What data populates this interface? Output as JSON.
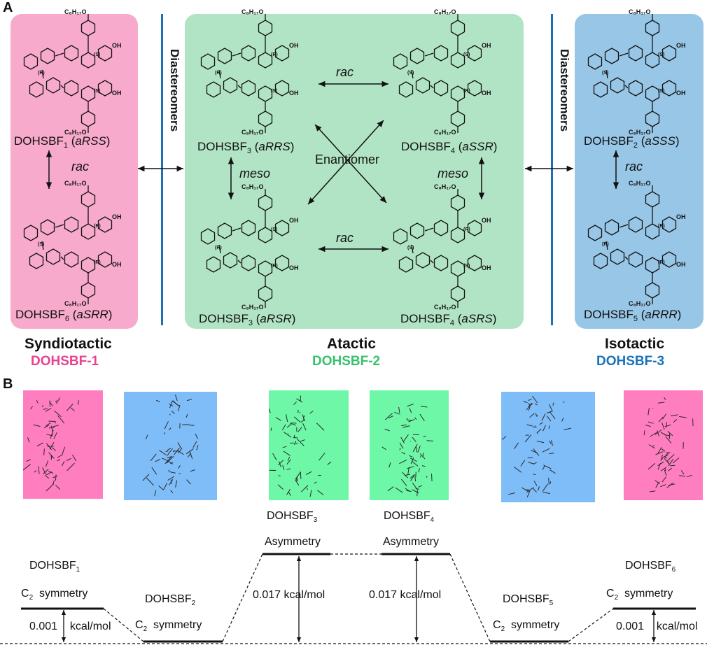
{
  "panels": {
    "a": "A",
    "b": "B"
  },
  "colors": {
    "syndio_box": "#f7aacc",
    "atactic_box": "#b1e4c4",
    "iso_box": "#97c6e6",
    "syndio_text": "#e8418f",
    "atactic_text": "#36c26a",
    "iso_text": "#1a73b8",
    "thumb_pink": "#ff7ec0",
    "thumb_blue": "#7fbdf9",
    "thumb_green": "#6ff7a8"
  },
  "sub_labels": {
    "c8h17o": "C₈H₁₇O",
    "oh": "OH",
    "r": "(R)",
    "s": "(S)"
  },
  "panel_a": {
    "diastereomers": "Diastereomers",
    "rac": "rac",
    "meso": "meso",
    "enantiomer": "Enantiomer",
    "captions": {
      "bf1": {
        "name": "DOHSBF",
        "sub": "1",
        "conf": "aRSS"
      },
      "bf6": {
        "name": "DOHSBF",
        "sub": "6",
        "conf": "aSRR"
      },
      "bf3a": {
        "name": "DOHSBF",
        "sub": "3",
        "conf": "aRRS"
      },
      "bf4a": {
        "name": "DOHSBF",
        "sub": "4",
        "conf": "aSSR"
      },
      "bf3b": {
        "name": "DOHSBF",
        "sub": "3",
        "conf": "aRSR"
      },
      "bf4b": {
        "name": "DOHSBF",
        "sub": "4",
        "conf": "aSRS"
      },
      "bf2": {
        "name": "DOHSBF",
        "sub": "2",
        "conf": "aSSS"
      },
      "bf5": {
        "name": "DOHSBF",
        "sub": "5",
        "conf": "aRRR"
      }
    },
    "groups": [
      {
        "title": "Syndiotactic",
        "code": "DOHSBF-1"
      },
      {
        "title": "Atactic",
        "code": "DOHSBF-2"
      },
      {
        "title": "Isotactic",
        "code": "DOHSBF-3"
      }
    ]
  },
  "panel_b": {
    "levels": [
      {
        "name": "DOHSBF",
        "sub": "1",
        "sym": "C",
        "sym_sub": "2",
        "sym_word": "symmetry",
        "energy": "0.001",
        "energy_unit": "kcal/mol"
      },
      {
        "name": "DOHSBF",
        "sub": "2",
        "sym": "C",
        "sym_sub": "2",
        "sym_word": "symmetry"
      },
      {
        "name": "DOHSBF",
        "sub": "3",
        "label": "Asymmetry",
        "energy": "0.017 kcal/mol"
      },
      {
        "name": "DOHSBF",
        "sub": "4",
        "label": "Asymmetry",
        "energy": "0.017 kcal/mol"
      },
      {
        "name": "DOHSBF",
        "sub": "5",
        "sym": "C",
        "sym_sub": "2",
        "sym_word": "symmetry"
      },
      {
        "name": "DOHSBF",
        "sub": "6",
        "sym": "C",
        "sym_sub": "2",
        "sym_word": "symmetry",
        "energy": "0.001",
        "energy_unit": "kcal/mol"
      }
    ]
  }
}
